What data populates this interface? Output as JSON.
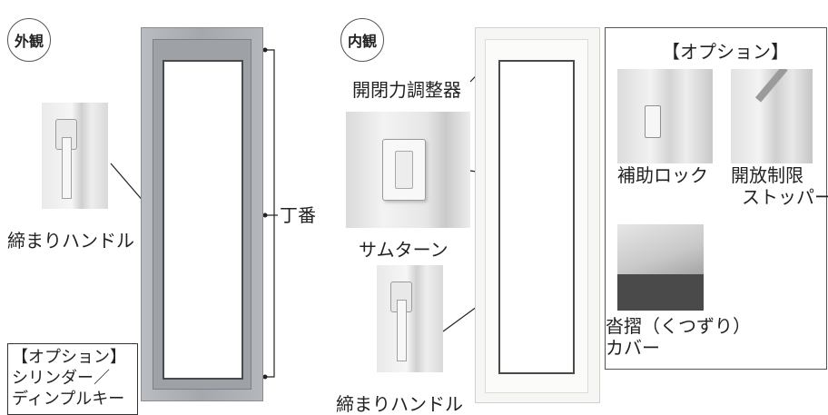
{
  "exterior": {
    "badge": "外観",
    "handle_label": "締まりハンドル",
    "hinge_label": "丁番",
    "option_note": {
      "title": "【オプション】",
      "line1": "シリンダー／",
      "line2": "ディンプルキー"
    }
  },
  "interior": {
    "badge": "内観",
    "closer_label": "開閉力調整器",
    "thumbturn_label": "サムターン",
    "handle_label": "締まりハンドル"
  },
  "options_panel": {
    "title": "【オプション】",
    "aux_lock": "補助ロック",
    "stopper_line1": "開放制限",
    "stopper_line2": "ストッパー",
    "sill_cover_line1": "沓摺（くつずり）",
    "sill_cover_line2": "カバー"
  },
  "colors": {
    "frame_silver": "#a9acb0",
    "frame_white": "#f4f4f2",
    "line": "#222222"
  }
}
